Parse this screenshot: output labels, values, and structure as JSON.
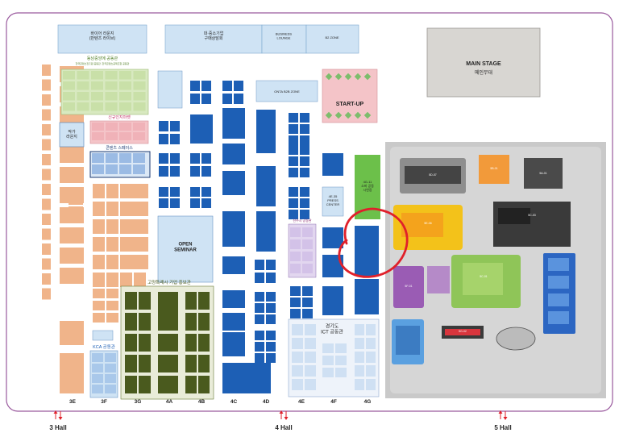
{
  "halls": {
    "hall3": "3 Hall",
    "hall4": "4 Hall",
    "hall5": "5 Hall"
  },
  "stage": {
    "title": "MAIN STAGE",
    "subtitle": "메인무대"
  },
  "top_blocks": {
    "left": "바이어 라운지\n(반텐츠 라이브)",
    "center_main": "대·중소기업\n구매상담회",
    "center_mid": "BUSINESS\nLOUNGE",
    "center_right": "B2 ZONE"
  },
  "zones": {
    "startup": "START-UP",
    "open_seminar": "OPEN\nSEMINAR",
    "ontai": "ONTA B2B ZONE",
    "press": "4E-35\nPRESS\nCENTER",
    "green": "4G-11\n소비 공동\n시연장",
    "goyang": "고양특례시 기업 홍보관",
    "gyeonggi": "경기도\nICT 공동관",
    "kca": "KCA 공동관",
    "content_space": "콘텐츠 스페이스",
    "lounge": "작가\n라운지",
    "yellow_title": "동남중앙에 공동관",
    "yellow_sub": "한국콘텐츠진흥원 공동관, 한국콘텐츠공제조합 공동관",
    "pink_title": "신규인지마켓",
    "jeonju": "전주시 공동관"
  },
  "columns": [
    "3E",
    "3F",
    "3G",
    "4A",
    "4B",
    "4C",
    "4D",
    "4E",
    "4F",
    "4G"
  ],
  "hall5_labels": [
    "5D-07",
    "5B-01",
    "5A-01",
    "5C-03",
    "5E-06",
    "5C-01",
    "5F-01",
    "5G-02"
  ],
  "colors": {
    "frame": "#9a5a9e",
    "blue": "#1d5fb5",
    "orange": "#f0b48a",
    "olive": "#4a5a1e",
    "light_blue": "#cfe3f4",
    "pink": "#f4c4c8",
    "yellow_green": "#d8e9c0",
    "green": "#6cc04a",
    "hall5_bg": "#c9c9c9",
    "circle": "#e0202a",
    "stage": "#d8d6d2"
  }
}
